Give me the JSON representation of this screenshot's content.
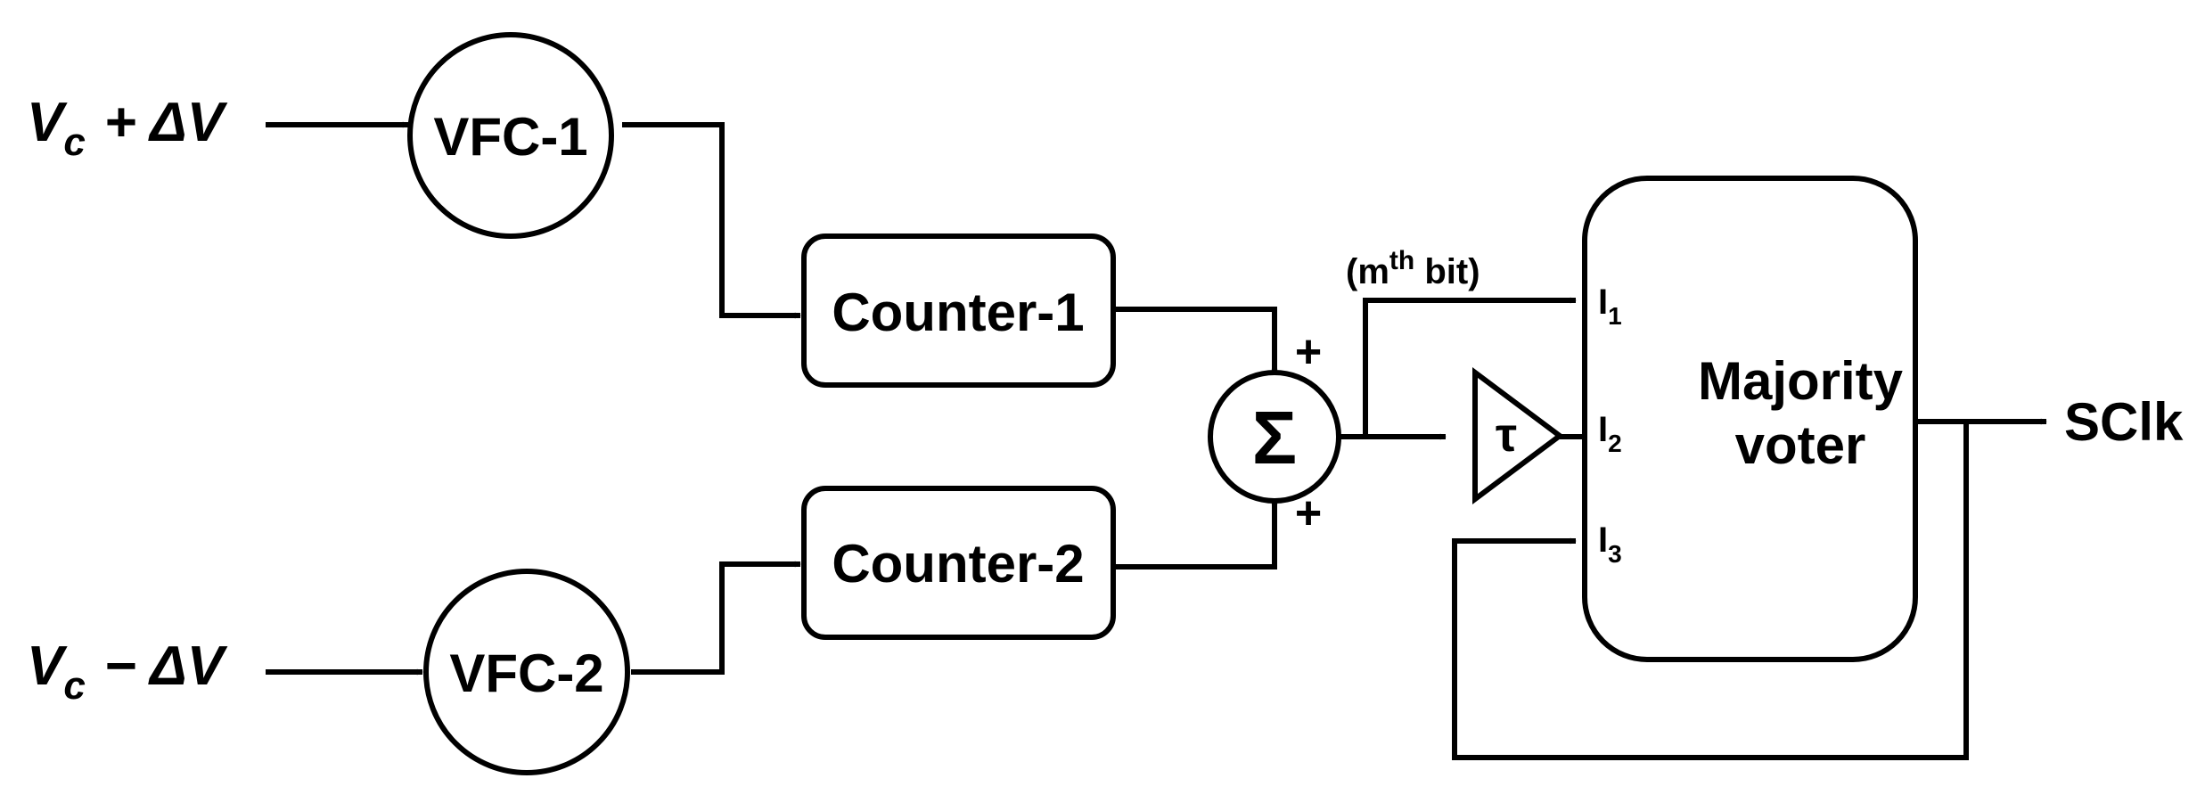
{
  "inputs": {
    "top": {
      "var": "V",
      "sub": "c",
      "op": "+",
      "delta": "ΔV"
    },
    "bottom": {
      "var": "V",
      "sub": "c",
      "op": "−",
      "delta": "ΔV"
    }
  },
  "blocks": {
    "vfc1": "VFC-1",
    "vfc2": "VFC-2",
    "counter1": "Counter-1",
    "counter2": "Counter-2",
    "summer_symbol": "Σ",
    "delay_symbol": "τ",
    "voter_line1": "Majority",
    "voter_line2": "voter"
  },
  "signs": {
    "top": "+",
    "bottom": "+"
  },
  "annotations": {
    "bit_open": "(m",
    "bit_sup": "th",
    "bit_close": " bit)"
  },
  "ports": {
    "i1": {
      "base": "I",
      "sub": "1"
    },
    "i2": {
      "base": "I",
      "sub": "2"
    },
    "i3": {
      "base": "I",
      "sub": "3"
    }
  },
  "output": "SClk"
}
